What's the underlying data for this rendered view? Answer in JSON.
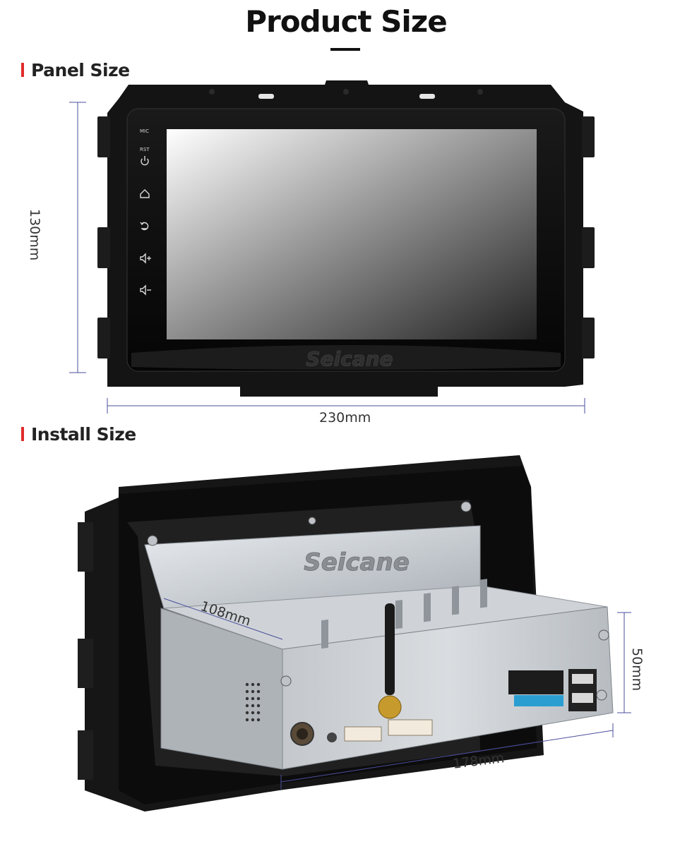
{
  "page_title": "Product Size",
  "sections": {
    "panel": "Panel Size",
    "install": "Install Size"
  },
  "panel": {
    "height_label": "130mm",
    "width_label": "230mm",
    "brand": "Seicane",
    "side_labels": {
      "mic": "MIC",
      "rst": "RST"
    },
    "side_icons": [
      "power-icon",
      "home-icon",
      "back-icon",
      "volume-up-icon",
      "volume-down-icon"
    ],
    "screen_colors": [
      "#ffffff",
      "#9a9a9a",
      "#222222"
    ]
  },
  "install": {
    "brand": "Seicane",
    "depth_label": "108mm",
    "height_label": "50mm",
    "width_label": "178mm"
  },
  "colors": {
    "accent": "#e02b2b",
    "dimension_line": "#4a4f9c"
  }
}
